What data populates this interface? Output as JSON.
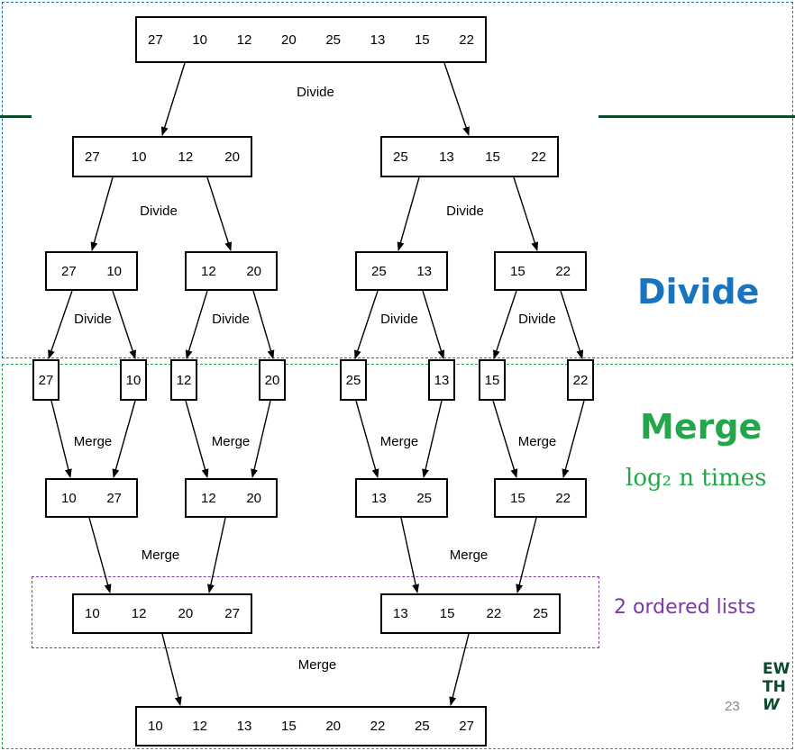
{
  "levels": {
    "root": [
      [
        27,
        10,
        12,
        20,
        25,
        13,
        15,
        22
      ]
    ],
    "d1": [
      [
        27,
        10,
        12,
        20
      ],
      [
        25,
        13,
        15,
        22
      ]
    ],
    "d2": [
      [
        27,
        10
      ],
      [
        12,
        20
      ],
      [
        25,
        13
      ],
      [
        15,
        22
      ]
    ],
    "leaves": [
      27,
      10,
      12,
      20,
      25,
      13,
      15,
      22
    ],
    "m1": [
      [
        10,
        27
      ],
      [
        12,
        20
      ],
      [
        13,
        25
      ],
      [
        15,
        22
      ]
    ],
    "m2": [
      [
        10,
        12,
        20,
        27
      ],
      [
        13,
        15,
        22,
        25
      ]
    ],
    "final": [
      [
        10,
        12,
        13,
        15,
        20,
        22,
        25,
        27
      ]
    ]
  },
  "labels": {
    "divide": "Divide",
    "merge": "Merge"
  },
  "phases": {
    "divide_title": "Divide",
    "merge_title": "Merge",
    "log_times": "log₂ n times",
    "ordered_lists": "2 ordered lists"
  },
  "slide": {
    "page_number": "23",
    "logo_line1": "EW",
    "logo_line2": "TH",
    "logo_line3": "W"
  },
  "colors": {
    "divide_blue": "#1874c1",
    "merge_green": "#22a84a",
    "ordered_purple": "#7b3aa8",
    "rule_green": "#0b4a2a"
  }
}
